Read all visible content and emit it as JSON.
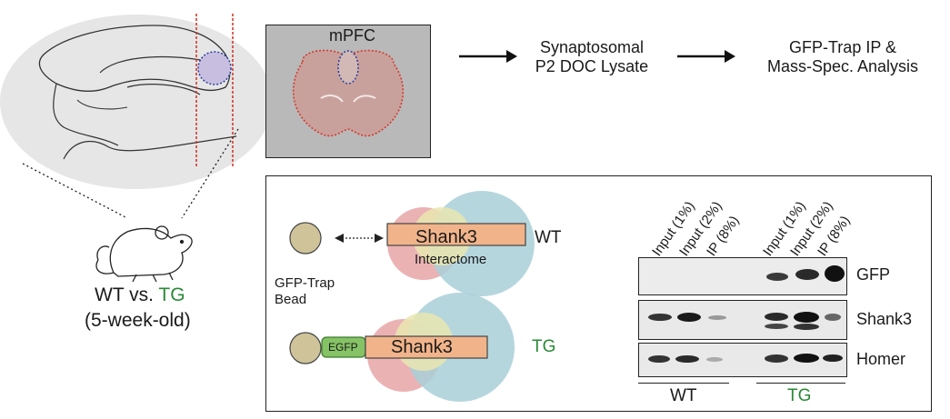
{
  "colors": {
    "green": "#2a8a36",
    "orange_box": "#f1b48a",
    "pink_circle": "#e8a4a7",
    "blue_circle": "#a9cfd8",
    "bead": "#cfc39a",
    "egfp": "#86c266",
    "red_dotted": "#d23a2e",
    "blue_dotted": "#2a3fa0"
  },
  "left": {
    "wt_label": "WT vs.",
    "tg_label": "TG",
    "age_label": "(5-week-old)"
  },
  "brain_slice": {
    "region_label": "mPFC"
  },
  "flow": {
    "step1_line1": "Synaptosomal",
    "step1_line2": "P2 DOC Lysate",
    "step2_line1": "GFP-Trap IP &",
    "step2_line2": "Mass-Spec. Analysis"
  },
  "schematic": {
    "shank3_wt": "Shank3",
    "interactome": "Interactome",
    "wt_label": "WT",
    "bead_line1": "GFP-Trap",
    "bead_line2": "Bead",
    "egfp": "EGFP",
    "shank3_tg": "Shank3",
    "tg_label": "TG"
  },
  "blot": {
    "columns": [
      "Input (1%)",
      "Input (2%)",
      "IP (8%)",
      "Input (1%)",
      "Input (2%)",
      "IP (8%)"
    ],
    "rows": [
      "GFP",
      "Shank3",
      "Homer"
    ],
    "group_wt": "WT",
    "group_tg": "TG"
  }
}
